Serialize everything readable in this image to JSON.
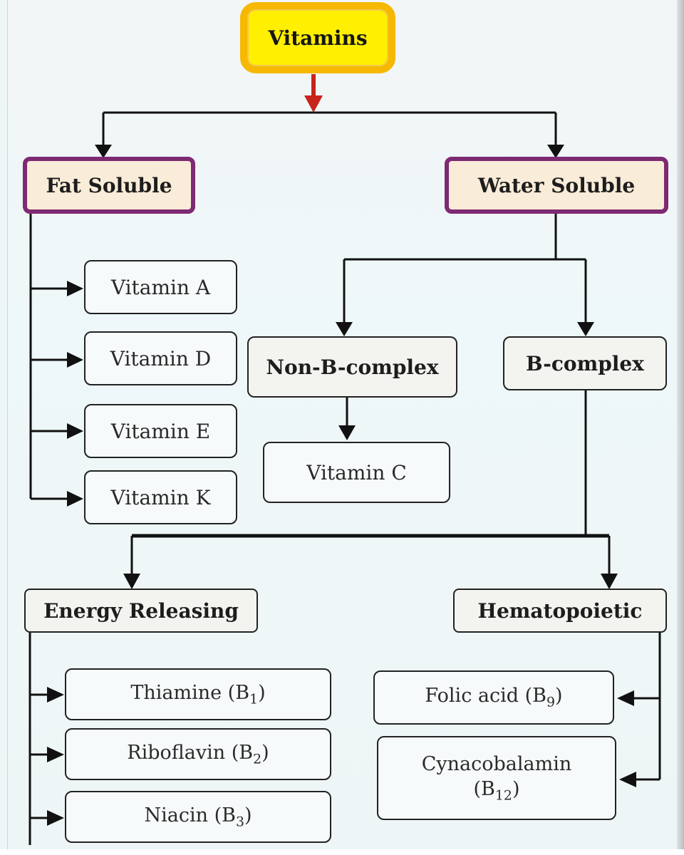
{
  "root": {
    "label": "Vitamins"
  },
  "categories": {
    "fat_soluble": {
      "label": "Fat Soluble"
    },
    "water_soluble": {
      "label": "Water Soluble"
    }
  },
  "fat_soluble_items": [
    {
      "label": "Vitamin A"
    },
    {
      "label": "Vitamin D"
    },
    {
      "label": "Vitamin E"
    },
    {
      "label": "Vitamin K"
    }
  ],
  "water_soluble_groups": {
    "non_b_complex": {
      "label": "Non-B-complex",
      "items": [
        {
          "label": "Vitamin C"
        }
      ]
    },
    "b_complex": {
      "label": "B-complex"
    }
  },
  "b_complex_groups": {
    "energy_releasing": {
      "label": "Energy Releasing",
      "items": [
        {
          "name": "Thiamine",
          "code": "B",
          "sub": "1"
        },
        {
          "name": "Riboflavin",
          "code": "B",
          "sub": "2"
        },
        {
          "name": "Niacin",
          "code": "B",
          "sub": "3"
        }
      ]
    },
    "hematopoietic": {
      "label": "Hematopoietic",
      "items": [
        {
          "name": "Folic acid",
          "code": "B",
          "sub": "9"
        },
        {
          "name": "Cynacobalamin",
          "code": "B",
          "sub": "12"
        }
      ]
    }
  },
  "colors": {
    "root_fill": "#ffef00",
    "root_border": "#f6b800",
    "category_fill": "#f9ecd9",
    "category_border": "#7e2a72",
    "root_arrow": "#c8231c",
    "line": "#111111"
  }
}
